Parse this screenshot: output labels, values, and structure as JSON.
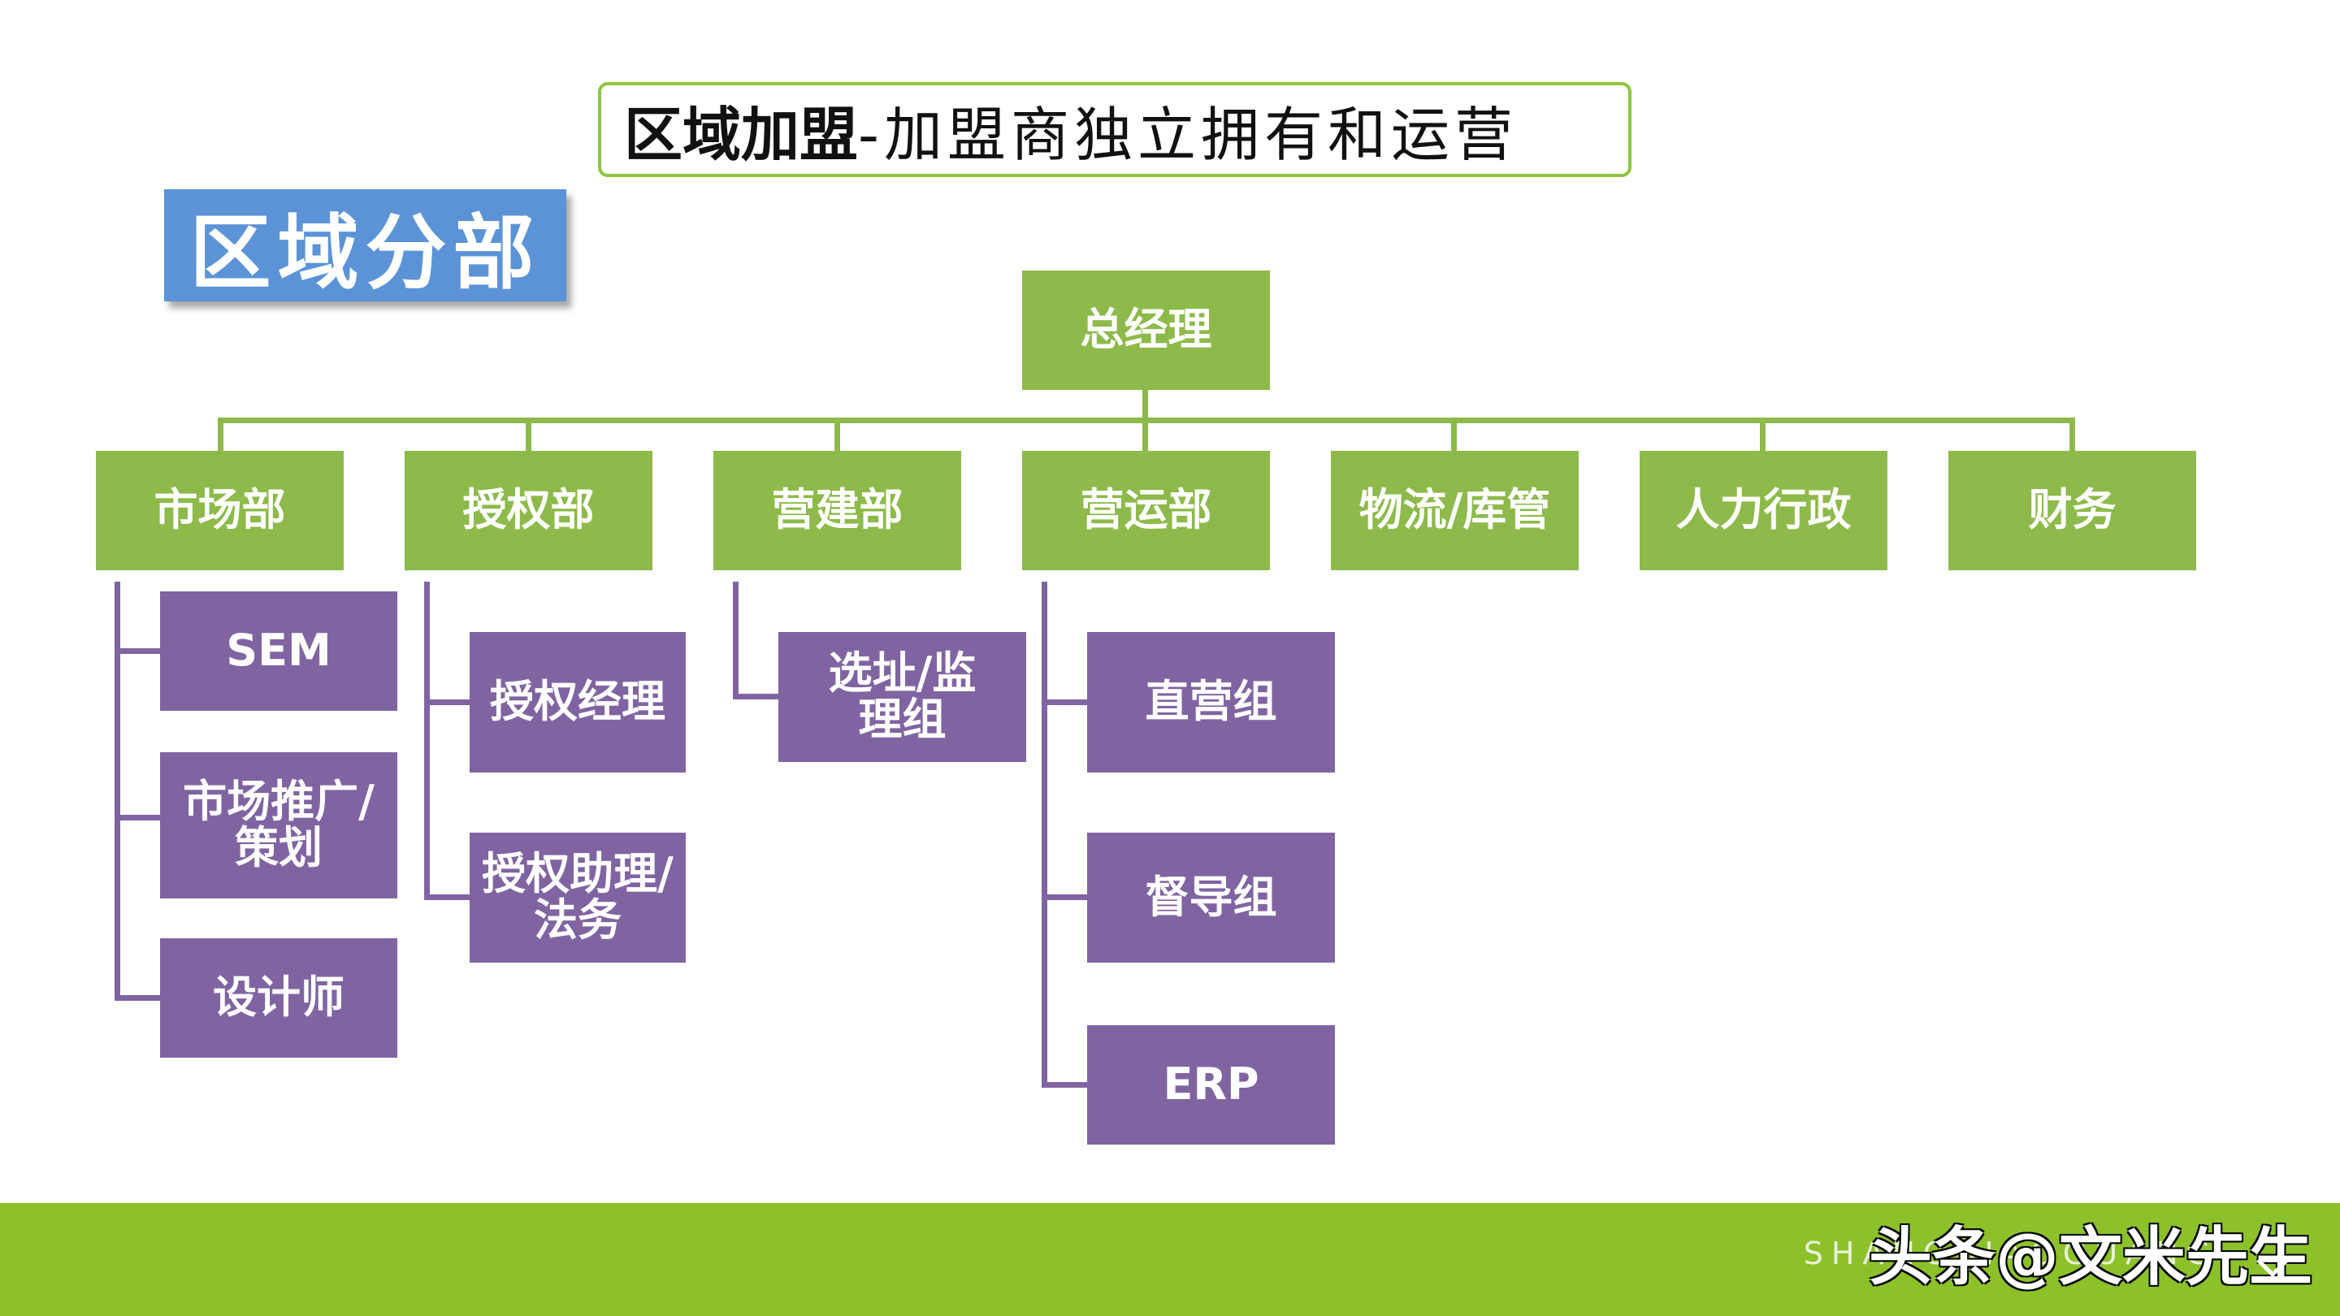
{
  "title": {
    "bold": "区域加盟",
    "rest": "-加盟商独立拥有和运营"
  },
  "region_label": "区域分部",
  "root": "总经理",
  "departments": [
    {
      "label": "市场部",
      "children": [
        "SEM",
        "市场推广/策划",
        "设计师"
      ]
    },
    {
      "label": "授权部",
      "children": [
        "授权经理",
        "授权助理/法务"
      ]
    },
    {
      "label": "营建部",
      "children": [
        "选址/监理组"
      ]
    },
    {
      "label": "营运部",
      "children": [
        "直营组",
        "督导组",
        "ERP"
      ]
    },
    {
      "label": "物流/库管",
      "children": []
    },
    {
      "label": "人力行政",
      "children": []
    },
    {
      "label": "财务",
      "children": []
    }
  ],
  "footer": {
    "subtitle": "SHANGBIAOGUANG",
    "watermark": "头条@文米先生"
  },
  "colors": {
    "green": "#8dba4a",
    "purple": "#8064a2",
    "blue": "#5b93d6",
    "footer": "#8cc12a"
  }
}
